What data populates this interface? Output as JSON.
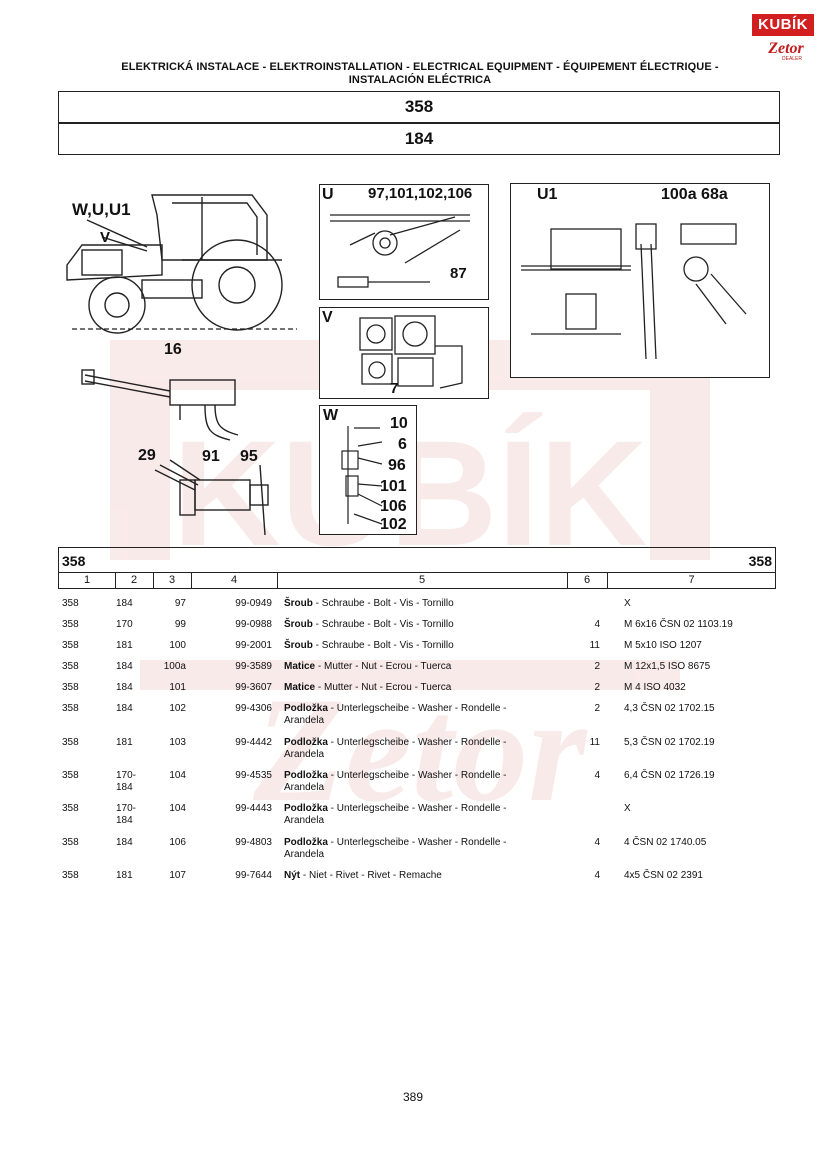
{
  "logo": {
    "brand": "KUBÍK",
    "maker": "Zetor",
    "sub": "DEALER"
  },
  "header": {
    "line1": "ELEKTRICKÁ INSTALACE - ELEKTROINSTALLATION - ELECTRICAL EQUIPMENT - ÉQUIPEMENT ÉLECTRIQUE -",
    "line2": "INSTALACIÓN ELÉCTRICA"
  },
  "group_code": "358",
  "sub_code": "184",
  "watermark": {
    "text": "KUBÍK",
    "maker": "Zetor"
  },
  "figures": {
    "overview": {
      "label_main": "W,U,U1",
      "label_v": "V"
    },
    "switch": {
      "n16": "16",
      "n29": "29",
      "n91": "91",
      "n95": "95"
    },
    "U": {
      "letter": "U",
      "callout_top": "97,101,102,106",
      "callout_87": "87"
    },
    "U1": {
      "letter": "U1",
      "callout": "100a 68a"
    },
    "V": {
      "letter": "V",
      "callout_7": "7"
    },
    "W": {
      "letter": "W",
      "callouts": [
        "10",
        "6",
        "96",
        "101",
        "106",
        "102"
      ]
    }
  },
  "table": {
    "left_code": "358",
    "right_code": "358",
    "columns": [
      "1",
      "2",
      "3",
      "4",
      "5",
      "6",
      "7"
    ],
    "rows": [
      {
        "c1": "358",
        "c2": "184",
        "c3": "97",
        "c4": "99-0949",
        "name": "Šroub",
        "desc": " - Schraube - Bolt - Vis - Tornillo",
        "desc2": "",
        "qty": "",
        "spec": "X",
        "c2b": ""
      },
      {
        "c1": "358",
        "c2": "170",
        "c3": "99",
        "c4": "99-0988",
        "name": "Šroub",
        "desc": " - Schraube - Bolt - Vis - Tornillo",
        "desc2": "",
        "qty": "4",
        "spec": "M 6x16 ČSN 02 1103.19",
        "c2b": ""
      },
      {
        "c1": "358",
        "c2": "181",
        "c3": "100",
        "c4": "99-2001",
        "name": "Šroub",
        "desc": " - Schraube - Bolt - Vis - Tornillo",
        "desc2": "",
        "qty": "11",
        "spec": "M 5x10 ISO 1207",
        "c2b": ""
      },
      {
        "c1": "358",
        "c2": "184",
        "c3": "100a",
        "c4": "99-3589",
        "name": "Matice",
        "desc": " - Mutter - Nut - Ecrou - Tuerca",
        "desc2": "",
        "qty": "2",
        "spec": "M 12x1,5 ISO 8675",
        "c2b": ""
      },
      {
        "c1": "358",
        "c2": "184",
        "c3": "101",
        "c4": "99-3607",
        "name": "Matice",
        "desc": " - Mutter - Nut - Ecrou - Tuerca",
        "desc2": "",
        "qty": "2",
        "spec": "M 4 ISO 4032",
        "c2b": ""
      },
      {
        "c1": "358",
        "c2": "184",
        "c3": "102",
        "c4": "99-4306",
        "name": "Podložka",
        "desc": " - Unterlegscheibe - Washer - Rondelle -",
        "desc2": "Arandela",
        "qty": "2",
        "spec": "4,3 ČSN 02 1702.15",
        "c2b": ""
      },
      {
        "c1": "358",
        "c2": "181",
        "c3": "103",
        "c4": "99-4442",
        "name": "Podložka",
        "desc": " - Unterlegscheibe - Washer - Rondelle -",
        "desc2": "Arandela",
        "qty": "11",
        "spec": "5,3 ČSN 02 1702.19",
        "c2b": ""
      },
      {
        "c1": "358",
        "c2": "170-",
        "c3": "104",
        "c4": "99-4535",
        "name": "Podložka",
        "desc": " - Unterlegscheibe - Washer - Rondelle -",
        "desc2": "Arandela",
        "qty": "4",
        "spec": "6,4 ČSN 02 1726.19",
        "c2b": "184"
      },
      {
        "c1": "358",
        "c2": "170-",
        "c3": "104",
        "c4": "99-4443",
        "name": "Podložka",
        "desc": " - Unterlegscheibe - Washer - Rondelle -",
        "desc2": "Arandela",
        "qty": "",
        "spec": "X",
        "c2b": "184"
      },
      {
        "c1": "358",
        "c2": "184",
        "c3": "106",
        "c4": "99-4803",
        "name": "Podložka",
        "desc": " - Unterlegscheibe - Washer - Rondelle -",
        "desc2": "Arandela",
        "qty": "4",
        "spec": "4 ČSN 02 1740.05",
        "c2b": ""
      },
      {
        "c1": "358",
        "c2": "181",
        "c3": "107",
        "c4": "99-7644",
        "name": "Nýt",
        "desc": " - Niet - Rivet - Rivet - Remache",
        "desc2": "",
        "qty": "4",
        "spec": "4x5 ČSN 02 2391",
        "c2b": ""
      }
    ]
  },
  "page_number": "389"
}
